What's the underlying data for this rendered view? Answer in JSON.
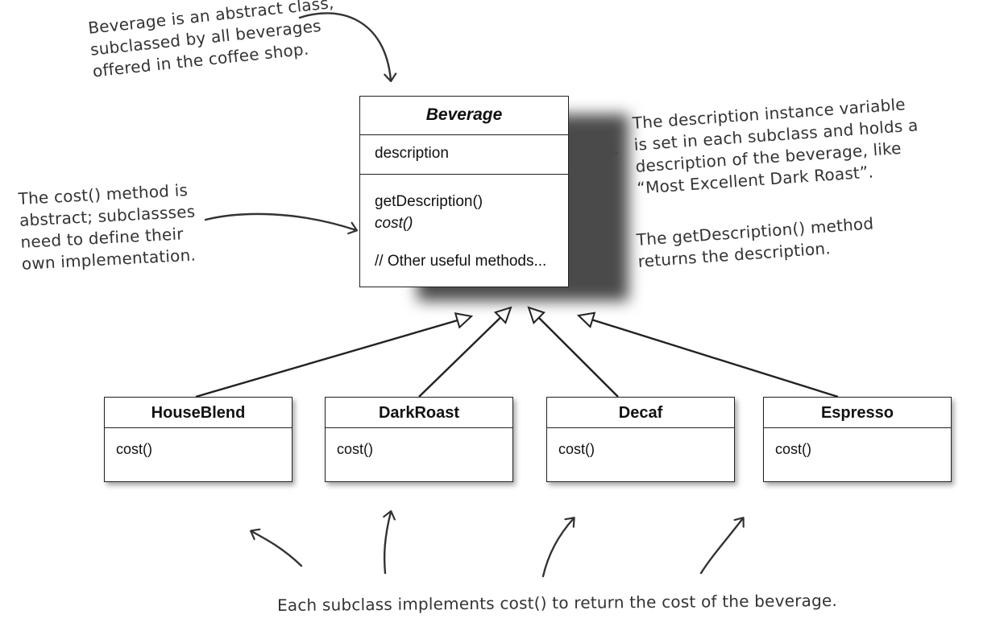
{
  "diagram": {
    "abstract_class": {
      "name": "Beverage",
      "attributes": [
        "description"
      ],
      "methods": [
        {
          "text": "getDescription()",
          "italic": false
        },
        {
          "text": "cost()",
          "italic": true
        }
      ],
      "comment": "// Other useful methods..."
    },
    "subclasses": [
      {
        "name": "HouseBlend",
        "method": "cost()"
      },
      {
        "name": "DarkRoast",
        "method": "cost()"
      },
      {
        "name": "Decaf",
        "method": "cost()"
      },
      {
        "name": "Espresso",
        "method": "cost()"
      }
    ],
    "relationships": [
      {
        "from": "HouseBlend",
        "to": "Beverage",
        "type": "inheritance"
      },
      {
        "from": "DarkRoast",
        "to": "Beverage",
        "type": "inheritance"
      },
      {
        "from": "Decaf",
        "to": "Beverage",
        "type": "inheritance"
      },
      {
        "from": "Espresso",
        "to": "Beverage",
        "type": "inheritance"
      }
    ]
  },
  "annotations": {
    "top": [
      "Beverage is an abstract class,",
      "subclassed by all beverages",
      "offered in the coffee shop."
    ],
    "left": [
      "The cost() method is",
      "abstract; subclassses",
      "need to define their",
      "own implementation."
    ],
    "right": [
      "The description instance variable",
      "is set in each subclass and holds a",
      "description of the beverage, like",
      "“Most Excellent Dark Roast”."
    ],
    "right_second": [
      "The getDescription() method",
      "returns the description."
    ],
    "bottom": "Each subclass implements cost() to return the cost of the beverage."
  }
}
